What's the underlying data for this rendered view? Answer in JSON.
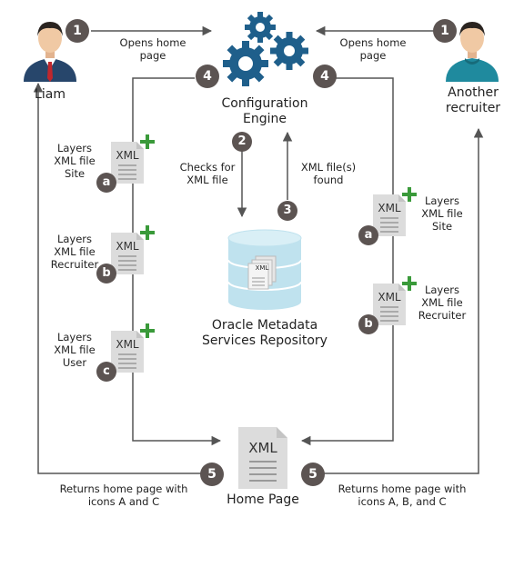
{
  "actors": {
    "left": {
      "name": "Liam"
    },
    "right": {
      "name_line1": "Another",
      "name_line2": "recruiter"
    }
  },
  "engine": {
    "line1": "Configuration",
    "line2": "Engine"
  },
  "repository": {
    "line1": "Oracle Metadata",
    "line2": "Services Repository"
  },
  "home": {
    "label": "Home Page"
  },
  "doc_text": "XML",
  "steps": {
    "opens_left": {
      "badge": "1",
      "line1": "Opens home",
      "line2": "page"
    },
    "opens_right": {
      "badge": "1",
      "line1": "Opens home",
      "line2": "page"
    },
    "engine_left": {
      "badge": "4"
    },
    "engine_right": {
      "badge": "4"
    },
    "checks": {
      "badge": "2",
      "line1": "Checks for",
      "line2": "XML file"
    },
    "found": {
      "badge": "3",
      "line1": "XML file(s)",
      "line2": "found"
    },
    "returns_left": {
      "badge": "5",
      "line1": "Returns home page with",
      "line2": "icons A and C"
    },
    "returns_right": {
      "badge": "5",
      "line1": "Returns home page with",
      "line2": "icons A, B, and C"
    }
  },
  "left_layers": [
    {
      "badge": "a",
      "line1": "Layers",
      "line2": "XML file",
      "line3": "Site"
    },
    {
      "badge": "b",
      "line1": "Layers",
      "line2": "XML file",
      "line3": "Recruiter"
    },
    {
      "badge": "c",
      "line1": "Layers",
      "line2": "XML file",
      "line3": "User"
    }
  ],
  "right_layers": [
    {
      "badge": "a",
      "line1": "Layers",
      "line2": "XML file",
      "line3": "Site"
    },
    {
      "badge": "b",
      "line1": "Layers",
      "line2": "XML file",
      "line3": "Recruiter"
    }
  ],
  "colors": {
    "badge": "#5c5452",
    "arrow": "#555555",
    "gear": "#1f5f8b",
    "plus": "#3a9a3a",
    "cylinder": "#bfe2ee",
    "doc": "#dcdcdc"
  }
}
